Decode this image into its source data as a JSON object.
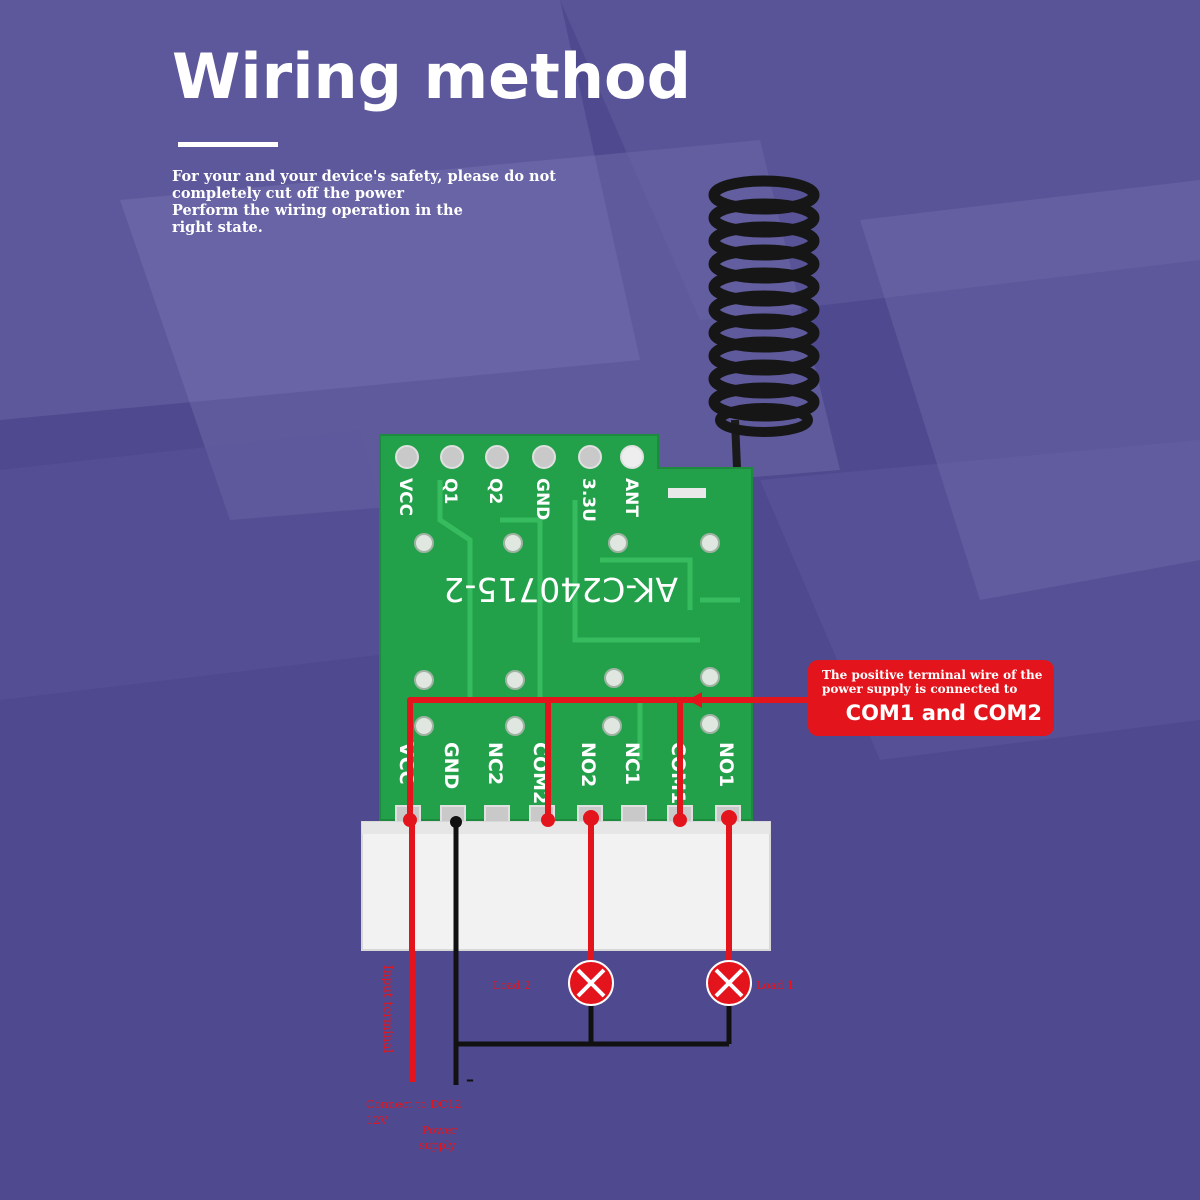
{
  "title": "Wiring method",
  "notice": [
    "For your and your device's safety, please do not",
    "completely cut off the power",
    "Perform the wiring operation in the",
    "right state."
  ],
  "board": {
    "model": "AK-C240715-2",
    "top_pins": [
      "VCC",
      "Q1",
      "Q2",
      "GND",
      "3.3U",
      "ANT"
    ],
    "bottom_pins": [
      "VCC",
      "GND",
      "NC2",
      "COM2",
      "NO2",
      "NC1",
      "COM1",
      "NO1"
    ]
  },
  "callout": {
    "line1": "The positive terminal wire of the",
    "line2": "power supply is connected to",
    "highlight": "COM1 and COM2"
  },
  "loads": [
    {
      "label": "Load 2"
    },
    {
      "label": "Load 1"
    }
  ],
  "labels": {
    "input": "Input terminal",
    "connect": "Connect to DC12",
    "power1": "Power",
    "power2": "supply",
    "minus": "–",
    "volts": "12V"
  },
  "colors": {
    "background": "#4f4a8f",
    "board": "#23a14a",
    "wire_positive": "#e4141c",
    "wire_negative": "#111111",
    "connector": "#f2f2f2",
    "antenna": "#161616"
  }
}
